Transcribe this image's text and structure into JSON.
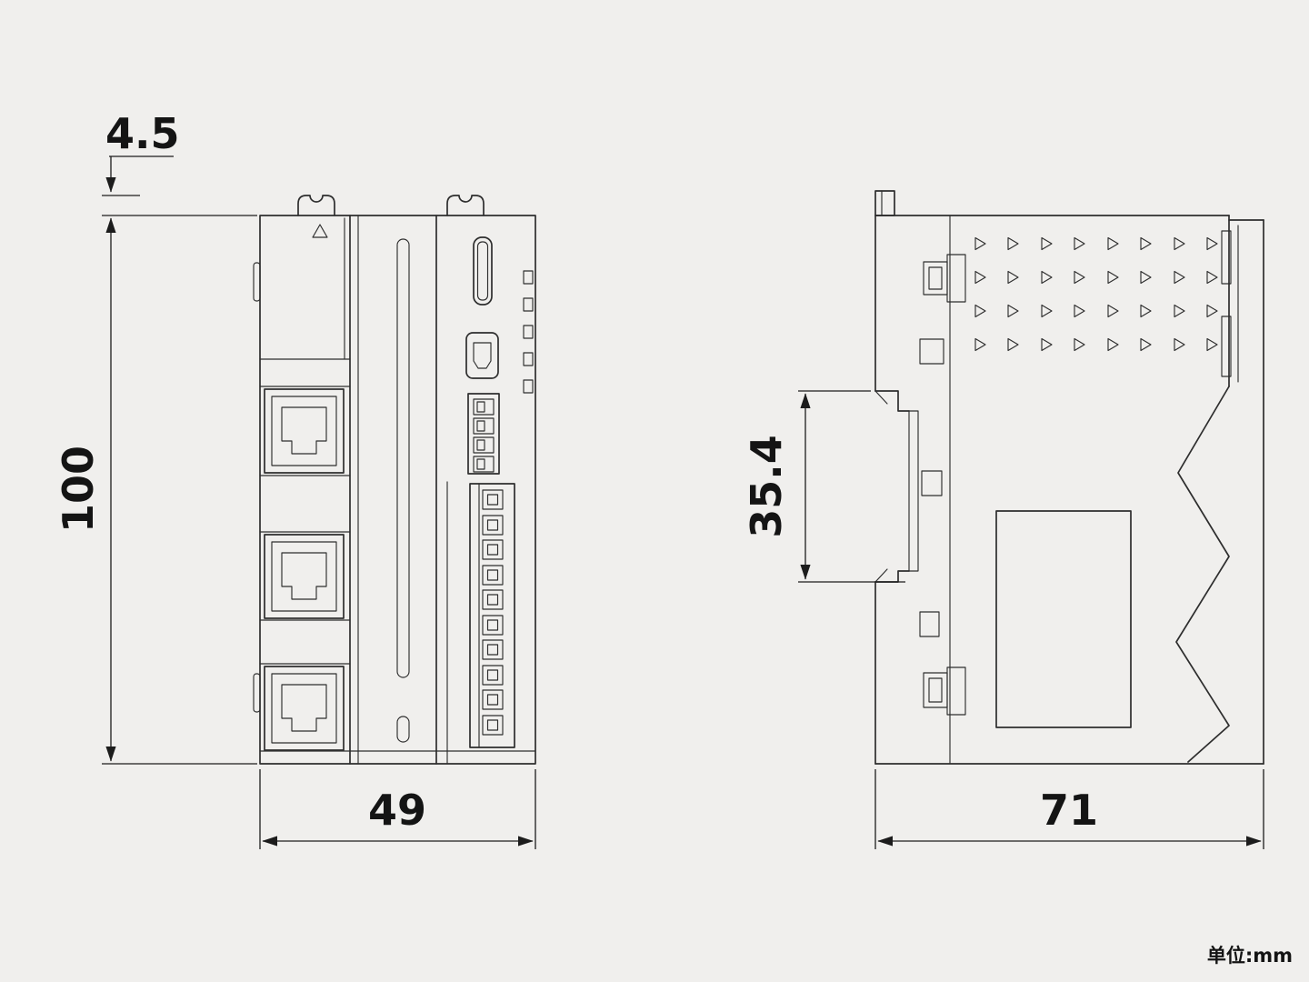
{
  "page": {
    "background_color": "#f0efed",
    "line_color": "#2e2e2e",
    "text_color": "#141414"
  },
  "front_view": {
    "dim_tab_offset": "4.5",
    "dim_height": "100",
    "dim_width": "49"
  },
  "side_view": {
    "dim_din_rail_height": "35.4",
    "dim_depth": "71"
  },
  "footer": {
    "unit_label": "单位:mm"
  }
}
